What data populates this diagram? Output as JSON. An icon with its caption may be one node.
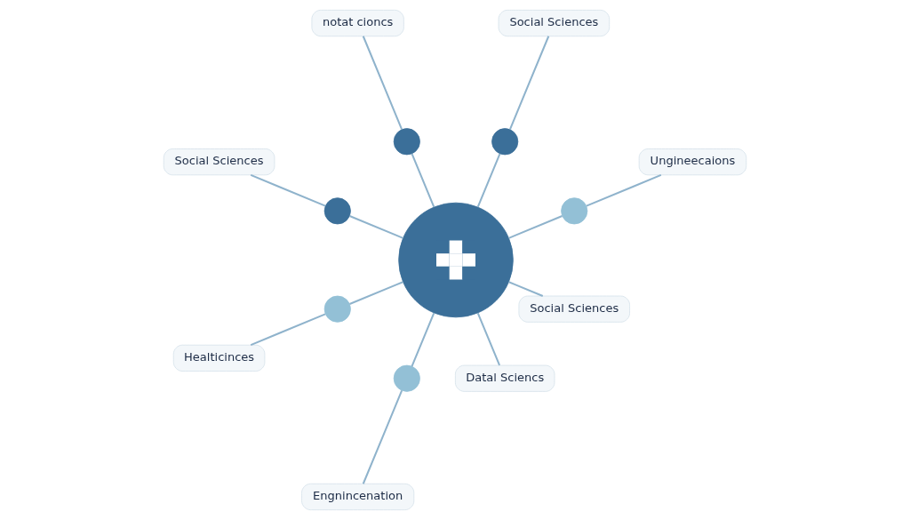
{
  "diagram": {
    "nodes": [
      {
        "text": [],
        "shape": "circle"
      },
      {
        "text": [],
        "shape": "circle"
      },
      {
        "text": [],
        "shape": "circle"
      },
      {
        "text": [],
        "shape": "circle"
      },
      {
        "text": [],
        "shape": "circle"
      },
      {
        "text": [],
        "shape": "circle"
      },
      {
        "text": [],
        "shape": "circle"
      },
      {
        "text": [
          "Ungineecaions"
        ]
      },
      {
        "text": [
          "Datal Sciencs"
        ]
      },
      {
        "text": [
          "Social Sciences"
        ]
      },
      {
        "text": [
          "notat cioncs"
        ]
      },
      {
        "text": [
          "Social Sciences"
        ]
      },
      {
        "text": [
          "Healticinces"
        ]
      },
      {
        "text": [
          "Social Sciences"
        ]
      },
      {
        "text": [
          "Engnincenation"
        ]
      }
    ],
    "edges": [
      {
        "from": 0,
        "to": 1,
        "arrow": "none"
      },
      {
        "from": 1,
        "to": 7,
        "arrow": "none"
      },
      {
        "from": 0,
        "to": 8,
        "arrow": "none"
      },
      {
        "from": 0,
        "to": 2,
        "arrow": "none"
      },
      {
        "from": 2,
        "to": 9,
        "arrow": "none"
      },
      {
        "from": 0,
        "to": 3,
        "arrow": "none"
      },
      {
        "from": 3,
        "to": 10,
        "arrow": "none"
      },
      {
        "from": 0,
        "to": 4,
        "arrow": "none"
      },
      {
        "from": 4,
        "to": 11,
        "arrow": "none"
      },
      {
        "from": 0,
        "to": 5,
        "arrow": "none"
      },
      {
        "from": 5,
        "to": 12,
        "arrow": "none"
      },
      {
        "from": 0,
        "to": 13,
        "arrow": "none"
      },
      {
        "from": 0,
        "to": 6,
        "arrow": "none"
      },
      {
        "from": 6,
        "to": 14,
        "arrow": "none"
      }
    ]
  }
}
